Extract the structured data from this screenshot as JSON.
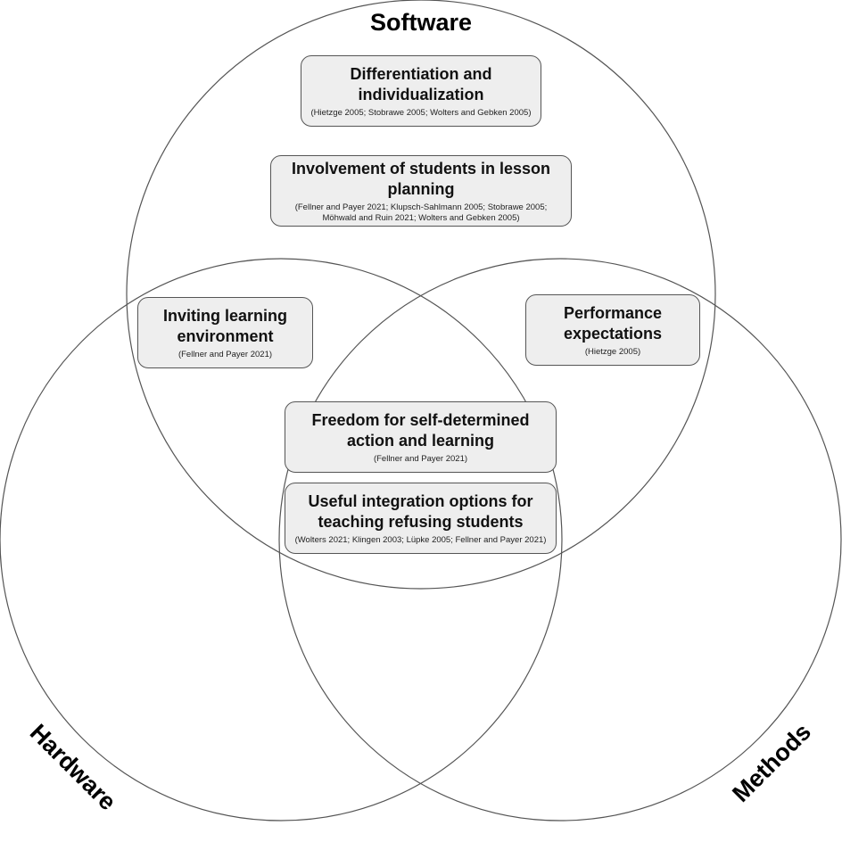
{
  "sets": {
    "software": "Software",
    "hardware": "Hardware",
    "methods": "Methods"
  },
  "boxes": {
    "differentiation": {
      "title": "Differentiation and individualization",
      "refs": "(Hietzge 2005; Stobrawe 2005; Wolters and Gebken 2005)"
    },
    "involvement": {
      "title": "Involvement of students in lesson planning",
      "refs": "(Fellner and Payer 2021; Klupsch-Sahlmann 2005; Stobrawe 2005; Möhwald and Ruin 2021; Wolters and Gebken 2005)"
    },
    "inviting": {
      "title": "Inviting learning environment",
      "refs": "(Fellner and Payer 2021)"
    },
    "performance": {
      "title": "Performance expectations",
      "refs": "(Hietzge 2005)"
    },
    "freedom": {
      "title": "Freedom for self-determined action and learning",
      "refs": "(Fellner and Payer 2021)"
    },
    "integration": {
      "title": "Useful integration options for teaching refusing students",
      "refs": "(Wolters 2021; Klingen 2003; Lüpke 2005; Fellner and Payer 2021)"
    }
  },
  "colors": {
    "circle_stroke": "#555555",
    "box_fill": "#eeeeee",
    "box_border": "#555555"
  }
}
